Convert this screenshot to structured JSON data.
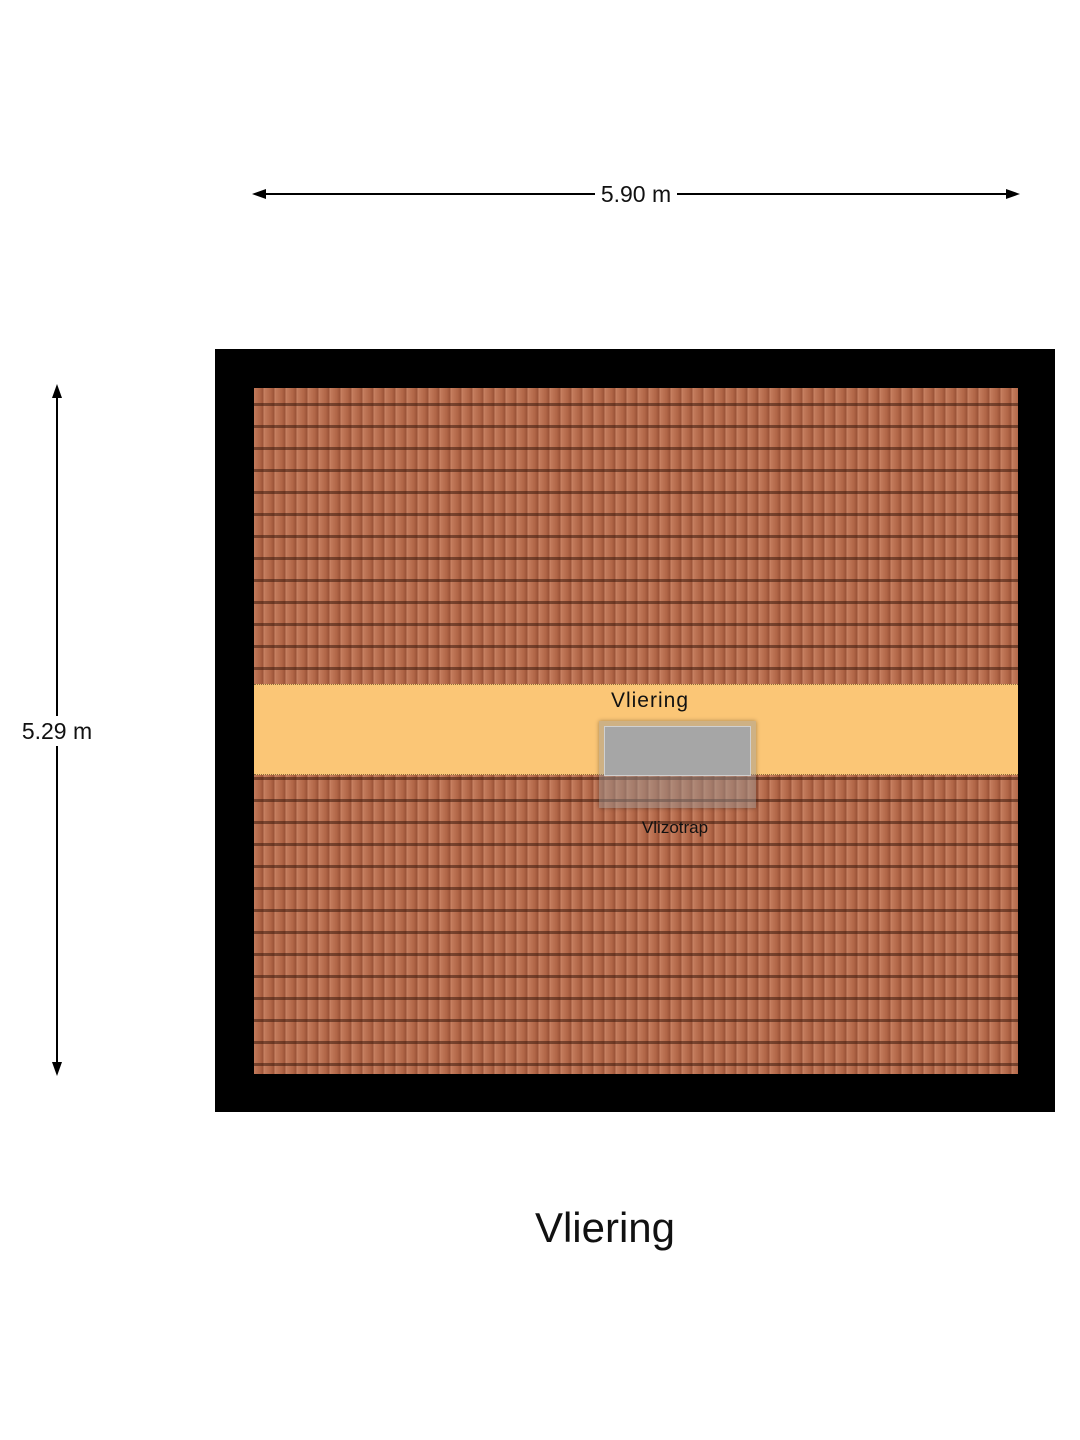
{
  "dimensions": {
    "width_label": "5.90 m",
    "height_label": "5.29 m"
  },
  "rooms": [
    {
      "label": "Vliering"
    }
  ],
  "fixtures": {
    "hatch_label": "Vlizotrap"
  },
  "floor_title": "Vliering",
  "colors": {
    "walls": "#000000",
    "roof_tiles": "#b56a4c",
    "floor": "#fbc676",
    "hatch": "#a6a6a6"
  }
}
